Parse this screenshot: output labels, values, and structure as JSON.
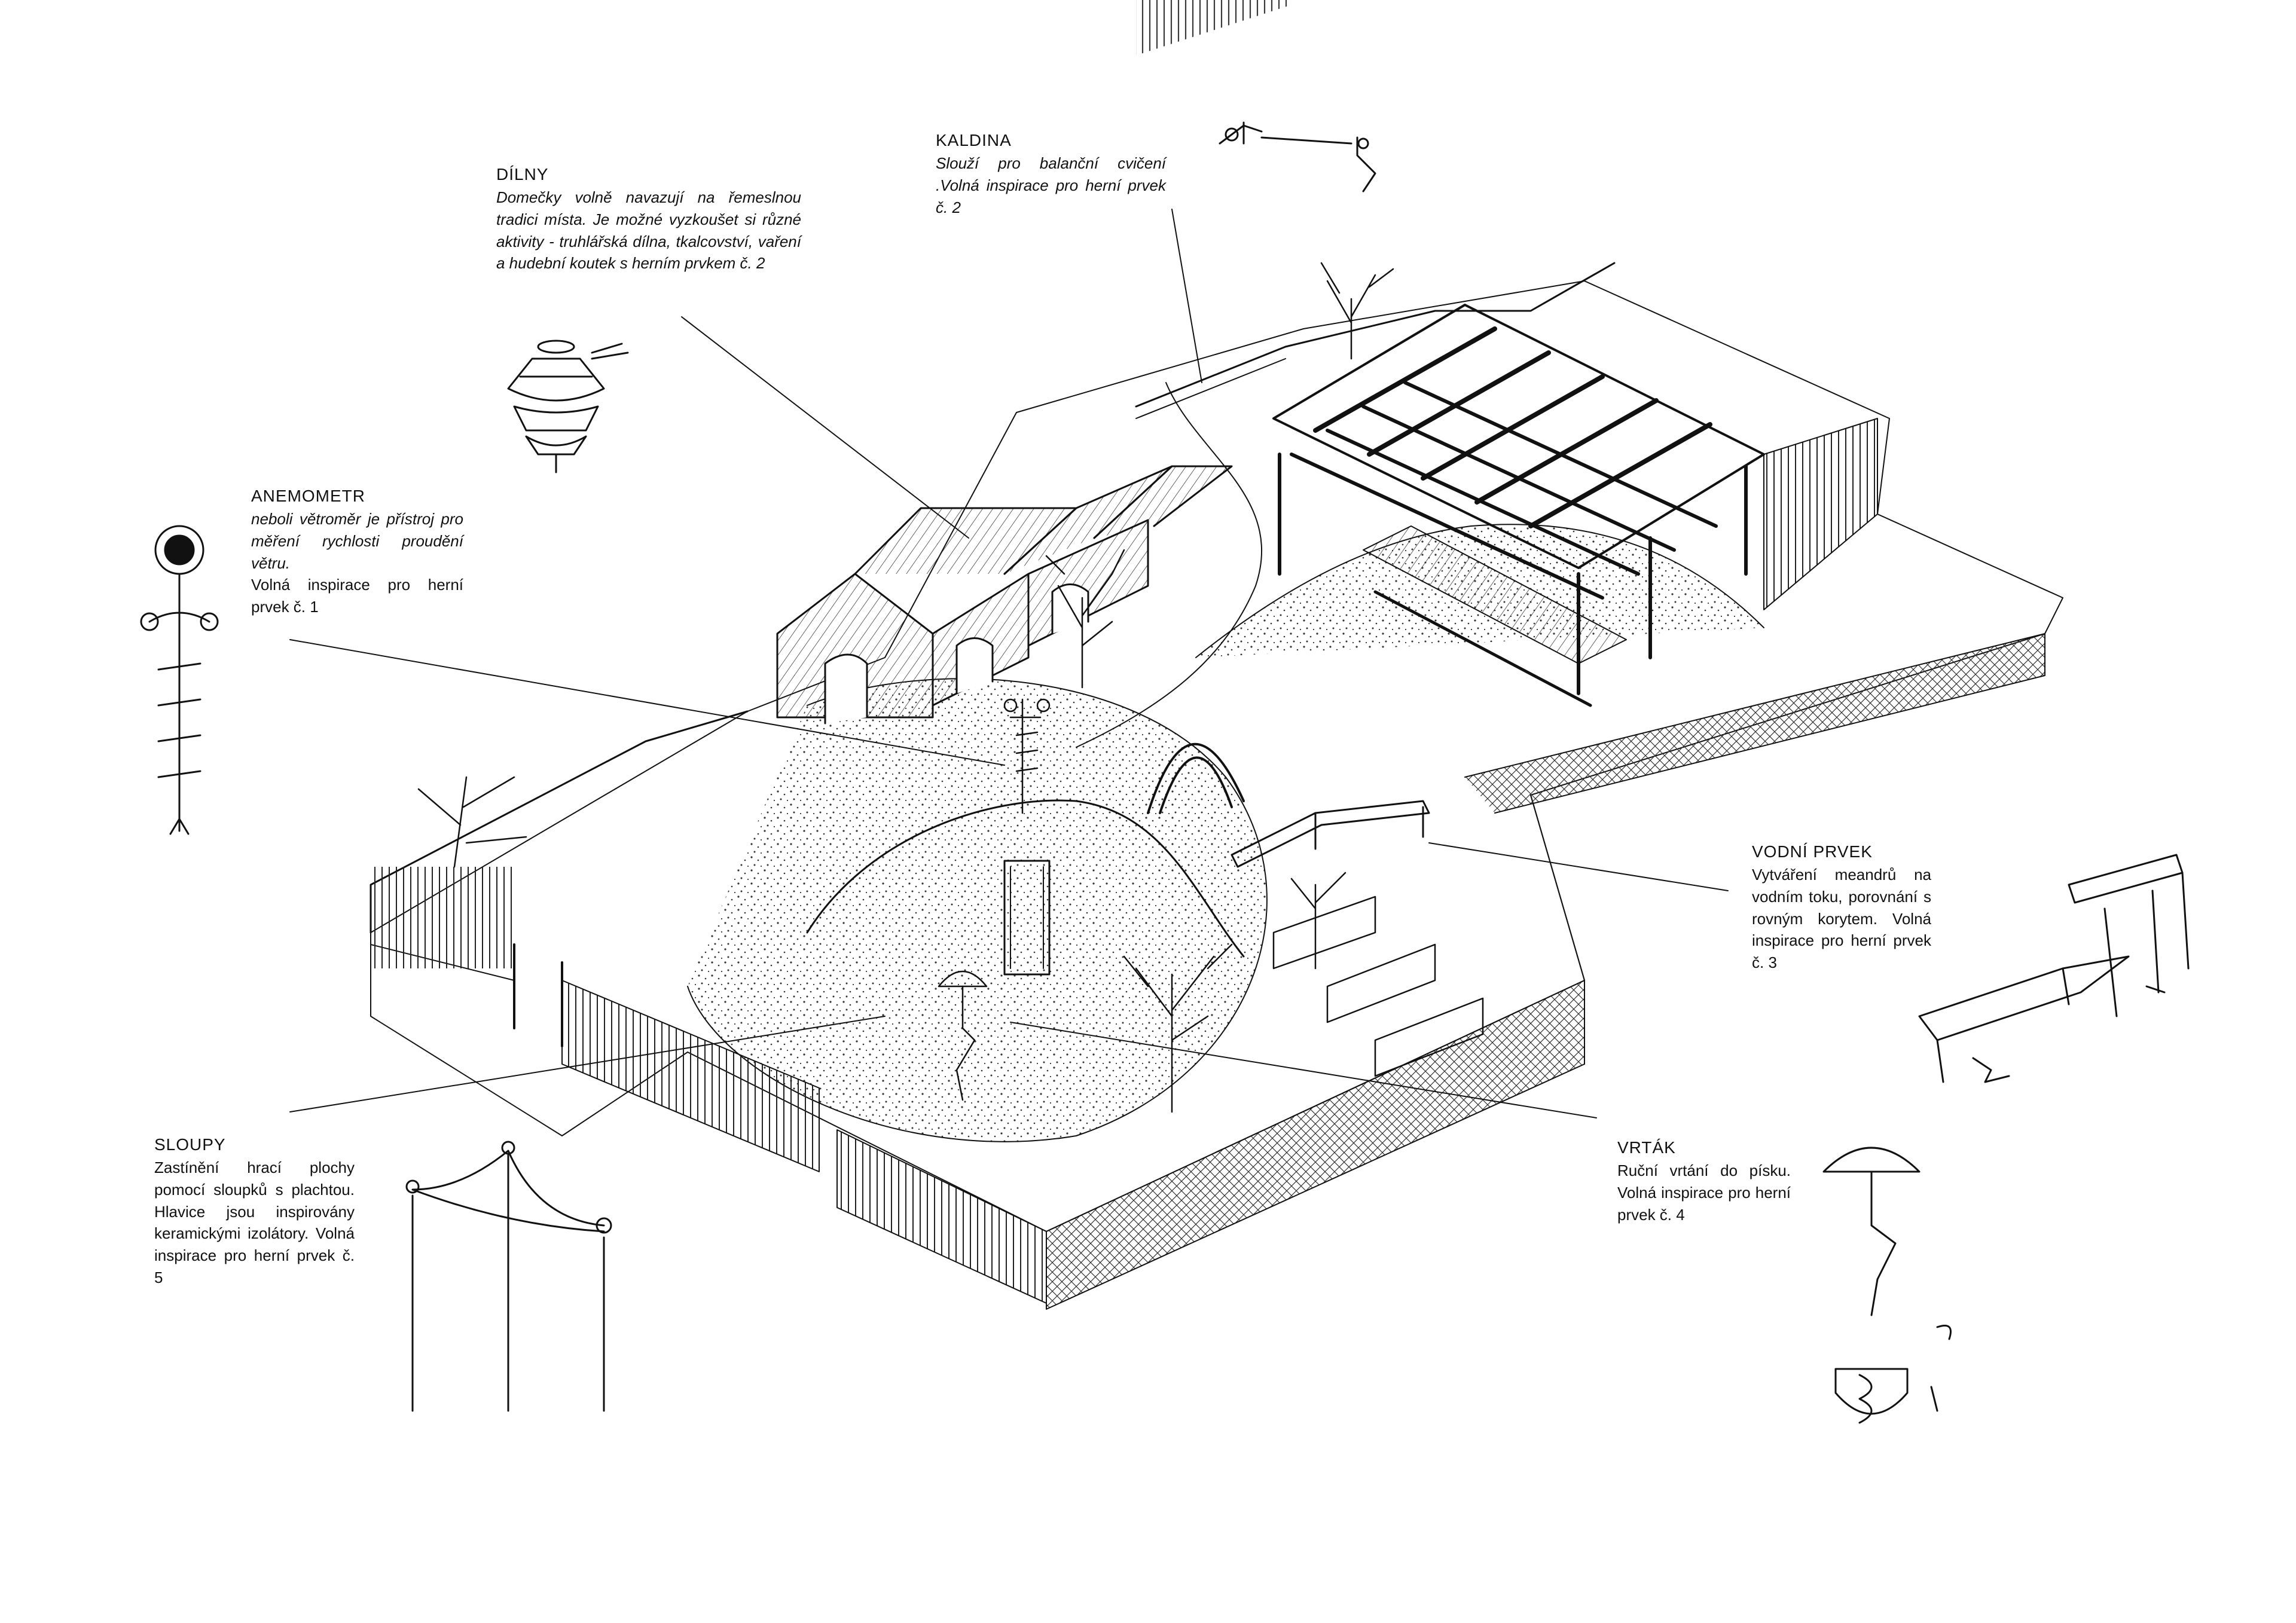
{
  "annotations": {
    "dilny": {
      "title": "DÍLNY",
      "text": "Domečky volně navazují na řemeslnou tradici místa. Je možné vyzkoušet si různé aktivity - truhlářská dílna, tkalcovství, vaření a hudební koutek s herním prvkem č. 2"
    },
    "kaldina": {
      "title": "KALDINA",
      "text": "Slouží pro balanční cvičení .Volná inspirace pro herní prvek č. 2"
    },
    "anemometr": {
      "title": "ANEMOMETR",
      "text_italic": "neboli větroměr je přístroj pro měření rychlosti proudění větru.",
      "text_normal": "Volná inspirace pro herní prvek č. 1"
    },
    "vodni_prvek": {
      "title": "VODNÍ PRVEK",
      "text": "Vytváření meandrů na vodním toku, porovnání s rovným korytem. Volná inspirace pro herní prvek č. 3"
    },
    "sloupy": {
      "title": "SLOUPY",
      "text": "Zastínění hrací plochy pomocí sloupků s plachtou. Hlavice jsou inspirovány keramickými izolátory. Volná inspirace pro herní prvek č. 5"
    },
    "vrtak": {
      "title": "VRTÁK",
      "text": "Ruční vrtání do písku. Volná inspirace pro herní prvek č. 4"
    }
  },
  "icons": [
    "anemometer-icon",
    "workshop-hut-icon",
    "balance-beam-icon",
    "water-channel-icon",
    "sand-drill-icon",
    "shade-posts-icon"
  ]
}
